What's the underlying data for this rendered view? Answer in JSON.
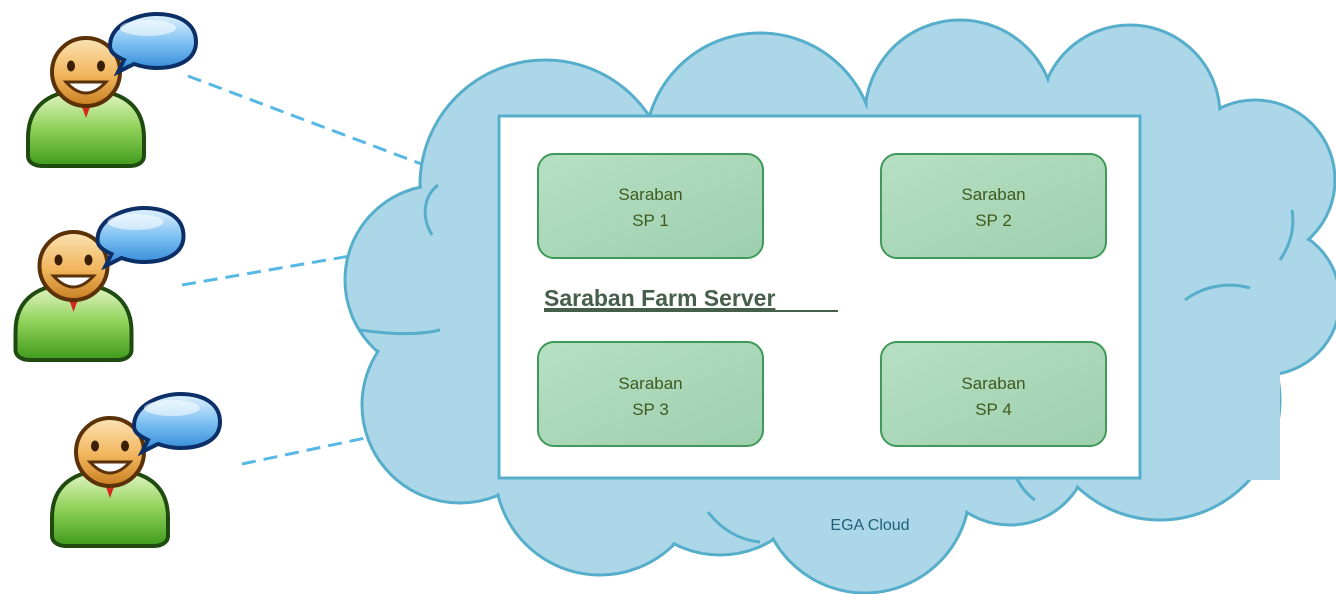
{
  "farm": {
    "title": "Saraban Farm Server"
  },
  "cloud": {
    "label": "EGA Cloud",
    "fill_color": "#acd7e8",
    "stroke_color": "#56aecb"
  },
  "servers": [
    {
      "line1": "Saraban",
      "line2": "SP 1"
    },
    {
      "line1": "Saraban",
      "line2": "SP 2"
    },
    {
      "line1": "Saraban",
      "line2": "SP 3"
    },
    {
      "line1": "Saraban",
      "line2": "SP 4"
    }
  ],
  "server_box_color": "#a6d4b5",
  "users": [
    {
      "icon": "user-with-speech-bubble-icon"
    },
    {
      "icon": "user-with-speech-bubble-icon"
    },
    {
      "icon": "user-with-speech-bubble-icon"
    }
  ],
  "connector_color": "#57b8e6"
}
